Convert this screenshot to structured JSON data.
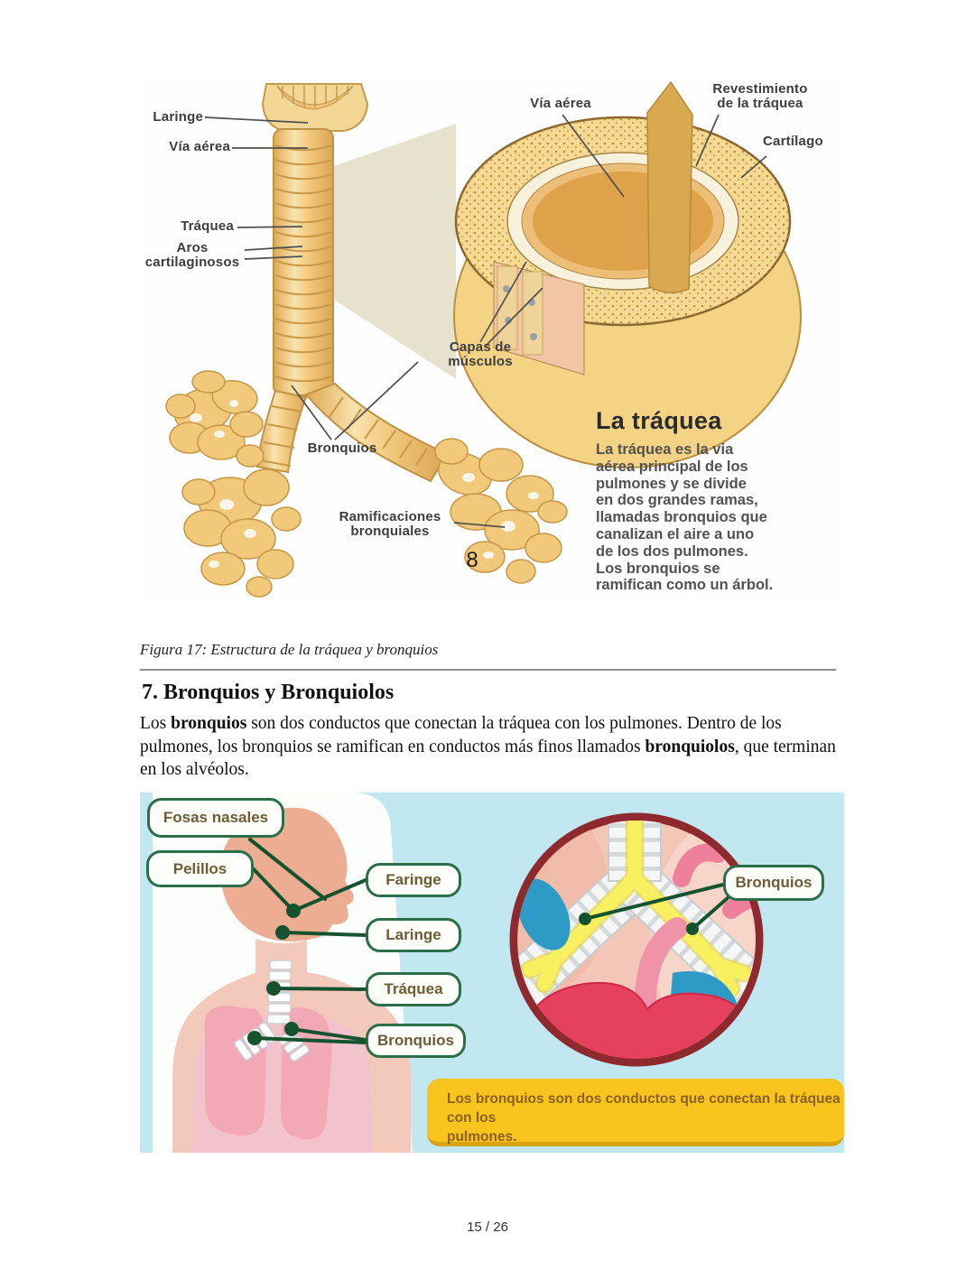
{
  "document": {
    "caption": "Figura 17: Estructura de la tráquea y bronquios",
    "section_heading": "7. Bronquios y Bronquiolos",
    "paragraph": {
      "p1": "Los ",
      "b1": "bronquios",
      "p2": " son dos conductos que conectan la tráquea con los pulmones. Dentro de los pulmones, los bronquios se ramifican en conductos más finos llamados ",
      "b2": "bronquiolos",
      "p3": ", que terminan en los alvéolos."
    },
    "page_number": "15 / 26"
  },
  "figure_trachea": {
    "labels": {
      "laringe": "Laringe",
      "via_aerea_left": "Vía aérea",
      "traquea": "Tráquea",
      "aros_1": "Aros",
      "aros_2": "cartilaginosos",
      "bronquios": "Bronquios",
      "ramificaciones_1": "Ramificaciones",
      "ramificaciones_2": "bronquiales",
      "capas_1": "Capas de",
      "capas_2": "músculos",
      "via_aerea_right": "Vía aérea",
      "revestimiento_1": "Revestimiento",
      "revestimiento_2": "de la tráquea",
      "cartilago": "Cartílago",
      "number": "8"
    },
    "infobox": {
      "title": "La tráquea",
      "lines": [
        "La tráquea es la via",
        "aérea principal de los",
        "pulmones y se divide",
        "en dos grandes ramas,",
        "llamadas bronquios que",
        "canalizan el aire a uno",
        "de los dos pulmones.",
        "Los bronquios se",
        "ramifican como un árbol."
      ]
    }
  },
  "figure_bronquios": {
    "labels": {
      "fosas_nasales": "Fosas nasales",
      "pelillos": "Pelillos",
      "faringe": "Faringe",
      "laringe": "Laringe",
      "traquea": "Tráquea",
      "bronquios": "Bronquios",
      "bronquios_circle": "Bronquios"
    },
    "note": {
      "line1": "Los bronquios son dos conductos que conectan la tráquea con los",
      "line2": "pulmones."
    },
    "colors": {
      "background": "#c1e7f0",
      "label_border": "#2c6e49",
      "label_text": "#6d5c36",
      "leader_line": "#15522e",
      "circle_border": "#8e2a2e",
      "note_background": "#f8c41d",
      "note_text": "#8a6123",
      "bronchi_yellow": "#f8f05e",
      "heart_red": "#e5405e",
      "vessel_blue": "#2d9bc6"
    }
  }
}
